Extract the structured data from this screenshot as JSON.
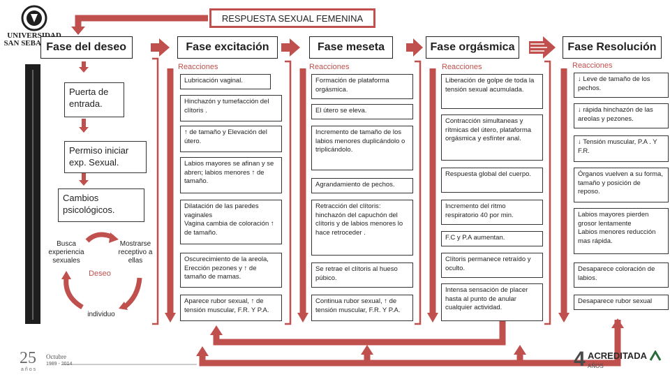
{
  "title": "RESPUESTA SEXUAL FEMENINA",
  "university": {
    "line1": "UNIVERSIDAD",
    "line2": "SAN SEBASTIAN"
  },
  "anniversary": {
    "number": "25",
    "word": "años",
    "month": "Octubre",
    "years": "1989 - 2014"
  },
  "accreditation": {
    "number": "4",
    "label": "ACREDITADA",
    "sub": "AÑOS"
  },
  "reactions_label": "Reacciones",
  "desire": {
    "phase": "Fase del deseo",
    "steps": [
      "Puerta de entrada.",
      "Permiso iniciar exp. Sexual.",
      "Cambios psicológicos."
    ],
    "cycle": {
      "center": "Deseo",
      "left": "Busca experiencia sexuales",
      "right": "Mostrarse receptivo a ellas",
      "bottom": "individuo"
    }
  },
  "phases": [
    {
      "name": "Fase  excitación",
      "items": [
        "Lubricación vaginal.",
        "Hinchazón y tumefacción del clítoris .",
        "↑ de tamaño y  Elevación del útero.",
        "Labios mayores se afinan y se abren;  labios menores ↑ de tamaño.",
        "Dilatación de las paredes vaginales\nVagina cambia de coloración ↑ de tamaño.",
        "Oscurecimiento de la areola, Erección pezones y ↑ de tamaño de mamas.",
        "Aparece rubor sexual, ↑ de tensión muscular, F.R. Y P.A."
      ]
    },
    {
      "name": "Fase  meseta",
      "items": [
        "Formación de plataforma orgásmica.",
        "El útero se eleva.",
        "Incremento de tamaño de los labios  menores duplicándolo o triplicándolo.",
        "Agrandamiento de pechos.",
        "Retracción del clítoris: hinchazón del capuchón del clítoris y de labios menores lo hace retroceder .",
        "Se retrae el clítoris al hueso púbico.",
        "Continua rubor sexual, ↑ de tensión muscular, F.R. Y P.A."
      ]
    },
    {
      "name": "Fase orgásmica",
      "items": [
        "Liberación de golpe de toda la tensión sexual acumulada.",
        "Contracción simultaneas y rítmicas del útero, plataforma orgásmica y esfínter anal.",
        "Respuesta global  del cuerpo.",
        "Incremento del ritmo respiratorio 40 por min.",
        "F.C y P.A aumentan.",
        "Clítoris permanece retraído y oculto.",
        "Intensa sensación de placer hasta al punto de anular cualquier actividad."
      ]
    },
    {
      "name": "Fase Resolución",
      "items": [
        "↓  Leve de tamaño de los pechos.",
        "↓  rápida hinchazón de las areolas y pezones.",
        "↓ Tensión muscular, P.A . Y F.R.",
        "Órganos vuelven  a su forma, tamaño y posición de reposo.",
        "Labios mayores pierden grosor lentamente\nLabios menores reducción mas rápida.",
        "Desaparece coloración de labios.",
        "Desaparece rubor sexual"
      ]
    }
  ],
  "colors": {
    "arrow": "#c0504d",
    "border": "#333333",
    "dark_bar": "#1e1e1e"
  }
}
